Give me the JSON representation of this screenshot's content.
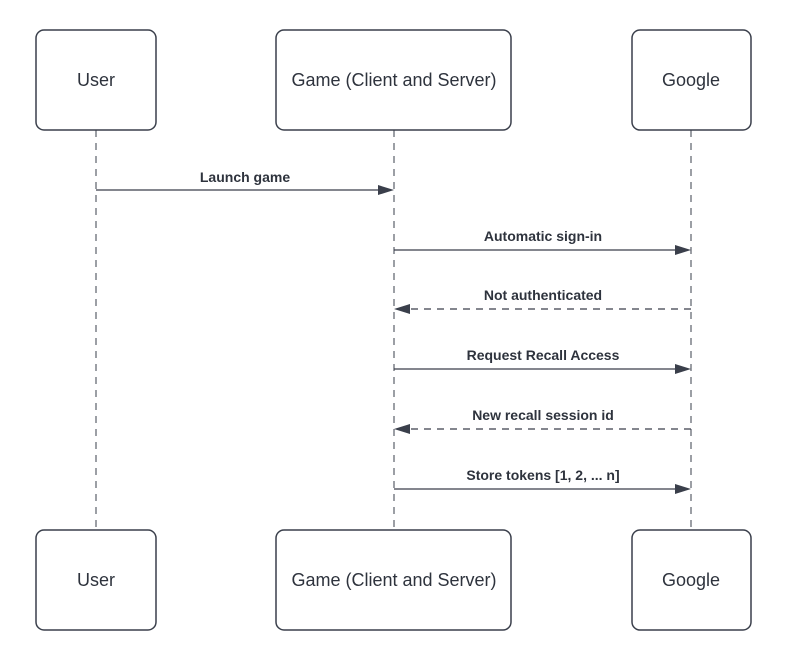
{
  "diagram": {
    "type": "sequence",
    "participants": [
      {
        "id": "user",
        "label": "User"
      },
      {
        "id": "game",
        "label": "Game (Client and Server)"
      },
      {
        "id": "google",
        "label": "Google"
      }
    ],
    "messages": [
      {
        "label": "Launch game",
        "from": "user",
        "to": "game",
        "style": "solid"
      },
      {
        "label": "Automatic sign-in",
        "from": "game",
        "to": "google",
        "style": "solid"
      },
      {
        "label": "Not authenticated",
        "from": "google",
        "to": "game",
        "style": "dashed"
      },
      {
        "label": "Request Recall Access",
        "from": "game",
        "to": "google",
        "style": "solid"
      },
      {
        "label": "New recall session id",
        "from": "google",
        "to": "game",
        "style": "dashed"
      },
      {
        "label": "Store tokens [1, 2, ... n]",
        "from": "game",
        "to": "google",
        "style": "solid"
      }
    ]
  }
}
